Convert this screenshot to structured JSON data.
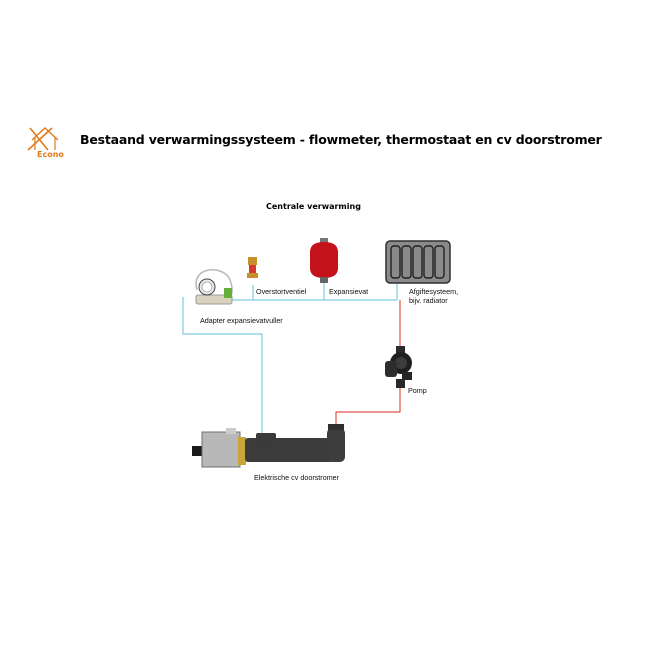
{
  "header": {
    "logo_text": "Econo",
    "title": "Bestaand verwarmingssysteem - flowmeter, thermostaat en cv doorstromer"
  },
  "diagram": {
    "subtitle": "Centrale verwarming",
    "labels": {
      "adapter": "Adapter expansievatvuller",
      "overstortventiel": "Overstortventiel",
      "expansievat": "Expansievat",
      "afgifte_line1": "Afgiftesysteem,",
      "afgifte_line2": "bijv. radiator",
      "pomp": "Pomp",
      "doorstromer": "Elektrische cv doorstromer"
    },
    "colors": {
      "supply_line": "#7fcde3",
      "return_line": "#e2554a",
      "logo": "#e07b1a"
    }
  }
}
